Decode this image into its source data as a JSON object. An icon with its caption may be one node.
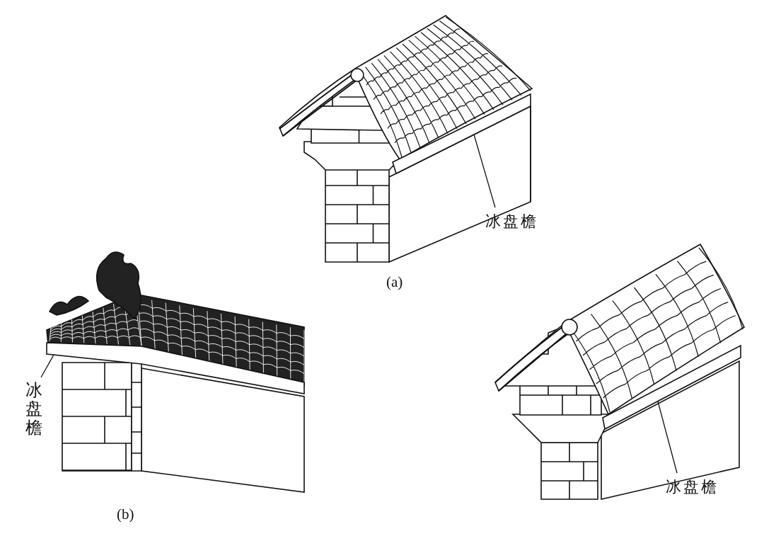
{
  "diagram": {
    "nodes": [
      {
        "text": [],
        "shape": "picture",
        "beside": [
          "(a)"
        ]
      },
      {
        "text": [],
        "shape": "bar",
        "in": 0
      },
      {
        "text": [
          "冰盘檐"
        ]
      },
      {
        "text": [],
        "shape": "picture",
        "beside": [
          "(b)"
        ]
      },
      {
        "text": [],
        "shape": "bar",
        "in": 3
      },
      {
        "text": [
          "冰盘檐"
        ]
      },
      {
        "text": [],
        "shape": "picture"
      },
      {
        "text": [],
        "shape": "bar",
        "in": 6
      },
      {
        "text": [
          "冰盘檐"
        ]
      }
    ],
    "edges": [
      {
        "from": 2,
        "to": 1,
        "arrow": "none"
      },
      {
        "from": 5,
        "to": 4,
        "arrow": "none"
      },
      {
        "from": 8,
        "to": 7,
        "arrow": "none"
      }
    ]
  }
}
